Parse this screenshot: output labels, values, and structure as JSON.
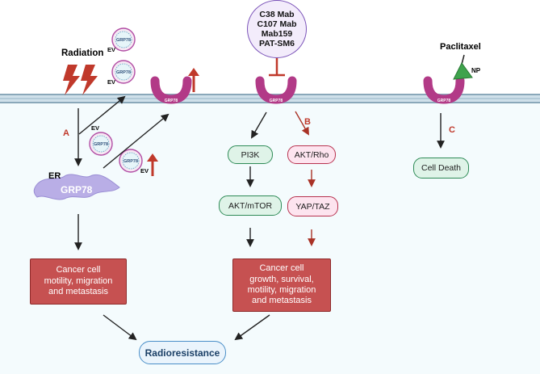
{
  "diagram": {
    "radiation_label": "Radiation",
    "ev_label": "EV",
    "vesicle_label": "GRP78",
    "receptor_label": "GRP78",
    "er_label": "ER",
    "er_protein_label": "GRP78",
    "antibodies": [
      "C38 Mab",
      "C107 Mab",
      "Mab159",
      "PAT-SM6"
    ],
    "paclitaxel_label": "Paclitaxel",
    "np_label": "NP",
    "pathway_letters": {
      "a": "A",
      "b": "B",
      "c": "C"
    },
    "nodes": {
      "pi3k": "PI3K",
      "akt_mtor": "AKT/mTOR",
      "akt_rho": "AKT/Rho",
      "yap_taz": "YAP/TAZ",
      "cell_death": "Cell Death"
    },
    "outcome_a": [
      "Cancer cell",
      "motility, migration",
      "and metastasis"
    ],
    "outcome_b": [
      "Cancer cell",
      "growth, survival,",
      "motility, migration",
      "and metastasis"
    ],
    "final_outcome": "Radioresistance",
    "colors": {
      "membrane": "#9fb9c9",
      "cytoplasm": "#f4fbfd",
      "receptor": "#b23a87",
      "accent_red": "#c0392b",
      "outcome_box": "#c65151",
      "node_green_border": "#2e8b57",
      "node_pink_border": "#b8324f",
      "final_border": "#4a8fc8"
    }
  }
}
